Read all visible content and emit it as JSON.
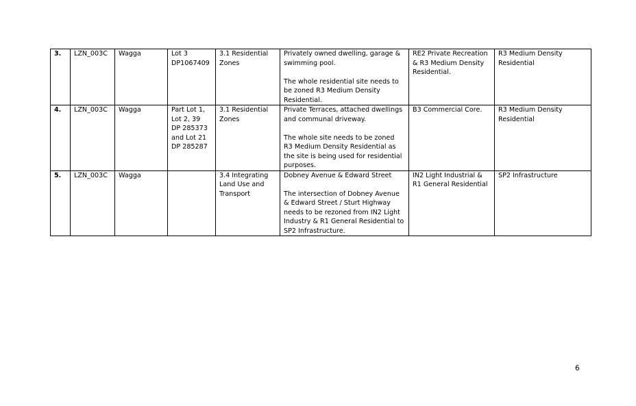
{
  "rows": [
    {
      "num": "3.",
      "ref": "LZN_003C",
      "location": "Wagga",
      "lot_lines": [
        "Lot 3",
        "DP1067409"
      ],
      "category": "3.1 Residential Zones",
      "desc_p1": "Privately owned dwelling, garage & swimming pool.",
      "desc_p2": "The whole residential site needs to be zoned R3 Medium Density Residential.",
      "current_zone": "RE2 Private Recreation & R3 Medium Density Residential.",
      "proposed_zone": "R3 Medium Density Residential"
    },
    {
      "num": "4.",
      "ref": "LZN_003C",
      "location": "Wagga",
      "lot_lines": [
        "Part Lot 1,",
        "Lot 2, 39",
        "DP 285373",
        "and Lot 21",
        "DP 285287"
      ],
      "category": "3.1 Residential Zones",
      "desc_p1": "Private Terraces, attached dwellings and communal driveway.",
      "desc_p2": "The whole site needs to be zoned R3 Medium Density Residential as the site is being used for residential purposes.",
      "current_zone": "B3 Commercial Core.",
      "proposed_zone": "R3 Medium Density Residential"
    },
    {
      "num": "5.",
      "ref": "LZN_003C",
      "location": "Wagga",
      "lot_lines": [],
      "category": "3.4 Integrating Land Use and Transport",
      "desc_p1": "Dobney Avenue & Edward Street",
      "desc_p2": "The intersection of Dobney Avenue & Edward Street / Sturt Highway needs to be rezoned from IN2 Light Industry & R1 General Residential to SP2 Infrastructure.",
      "current_zone": "IN2 Light Industrial & R1 General Residential",
      "proposed_zone": "SP2  Infrastructure"
    }
  ],
  "footer": {
    "page_number": "6"
  }
}
